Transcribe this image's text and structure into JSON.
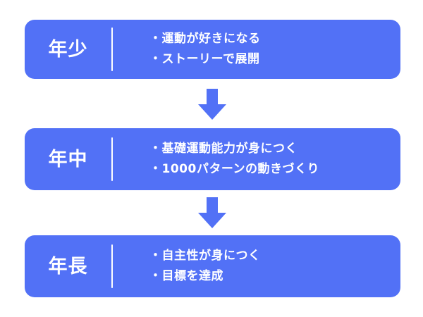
{
  "diagram": {
    "type": "vertical-step-flow",
    "background_color": "#ffffff",
    "accent_color": "#5271f6",
    "text_color": "#ffffff",
    "bullet_glyph": "・",
    "stages": [
      {
        "label": "年少",
        "points": [
          "・運動が好きになる",
          "・ストーリーで展開"
        ]
      },
      {
        "label": "年中",
        "points": [
          "・基礎運動能力が身につく",
          "・1000パターンの動きづくり"
        ]
      },
      {
        "label": "年長",
        "points": [
          "・自主性が身につく",
          "・目標を達成"
        ]
      }
    ],
    "connectors": [
      {
        "icon": "arrow-down-icon"
      },
      {
        "icon": "arrow-down-icon"
      }
    ]
  }
}
